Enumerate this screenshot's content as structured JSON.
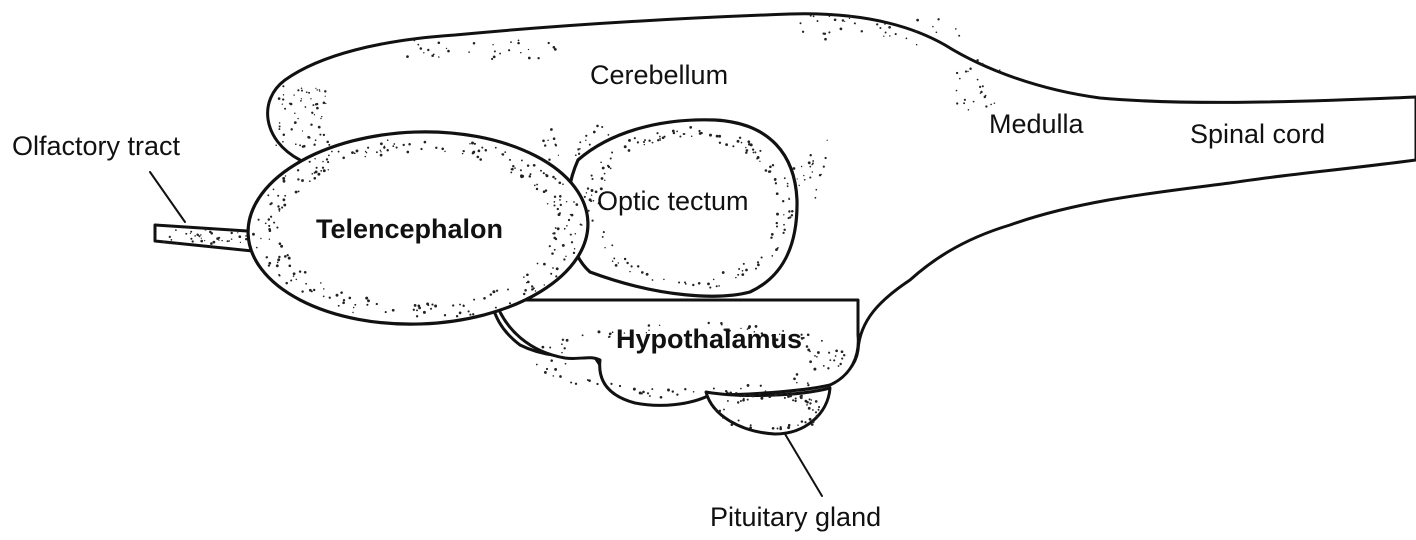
{
  "labels": {
    "cerebellum": "Cerebellum",
    "medulla": "Medulla",
    "spinal_cord": "Spinal cord",
    "olfactory_tract": "Olfactory tract",
    "telencephalon": "Telencephalon",
    "optic_tectum": "Optic tectum",
    "hypothalamus": "Hypothalamus",
    "pituitary_gland": "Pituitary gland"
  }
}
